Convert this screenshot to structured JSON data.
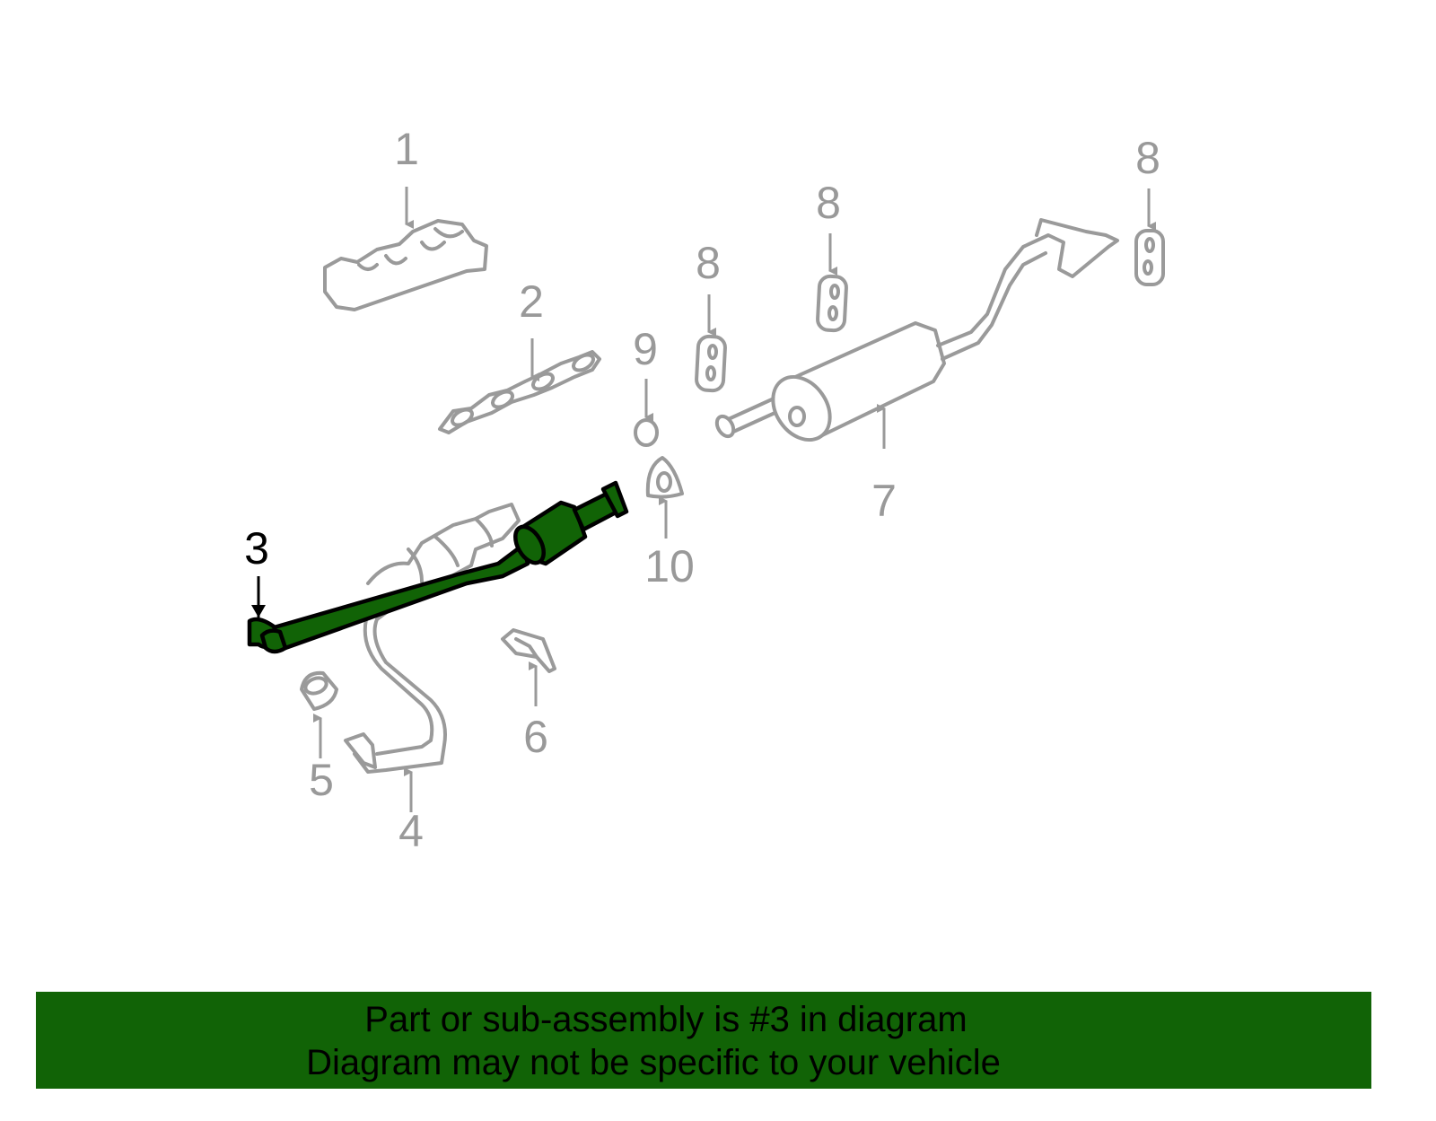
{
  "callouts": {
    "p1": "1",
    "p2": "2",
    "p3": "3",
    "p4": "4",
    "p5": "5",
    "p6": "6",
    "p7": "7",
    "p8a": "8",
    "p8b": "8",
    "p8c": "8",
    "p9": "9",
    "p10": "10"
  },
  "highlighted_part": "3",
  "colors": {
    "highlight": "#116306",
    "callout": "#999999",
    "selected_callout": "#000000"
  },
  "banner": {
    "line1": "Part or sub-assembly is #3 in diagram",
    "line2": "Diagram may not be specific to your vehicle"
  }
}
